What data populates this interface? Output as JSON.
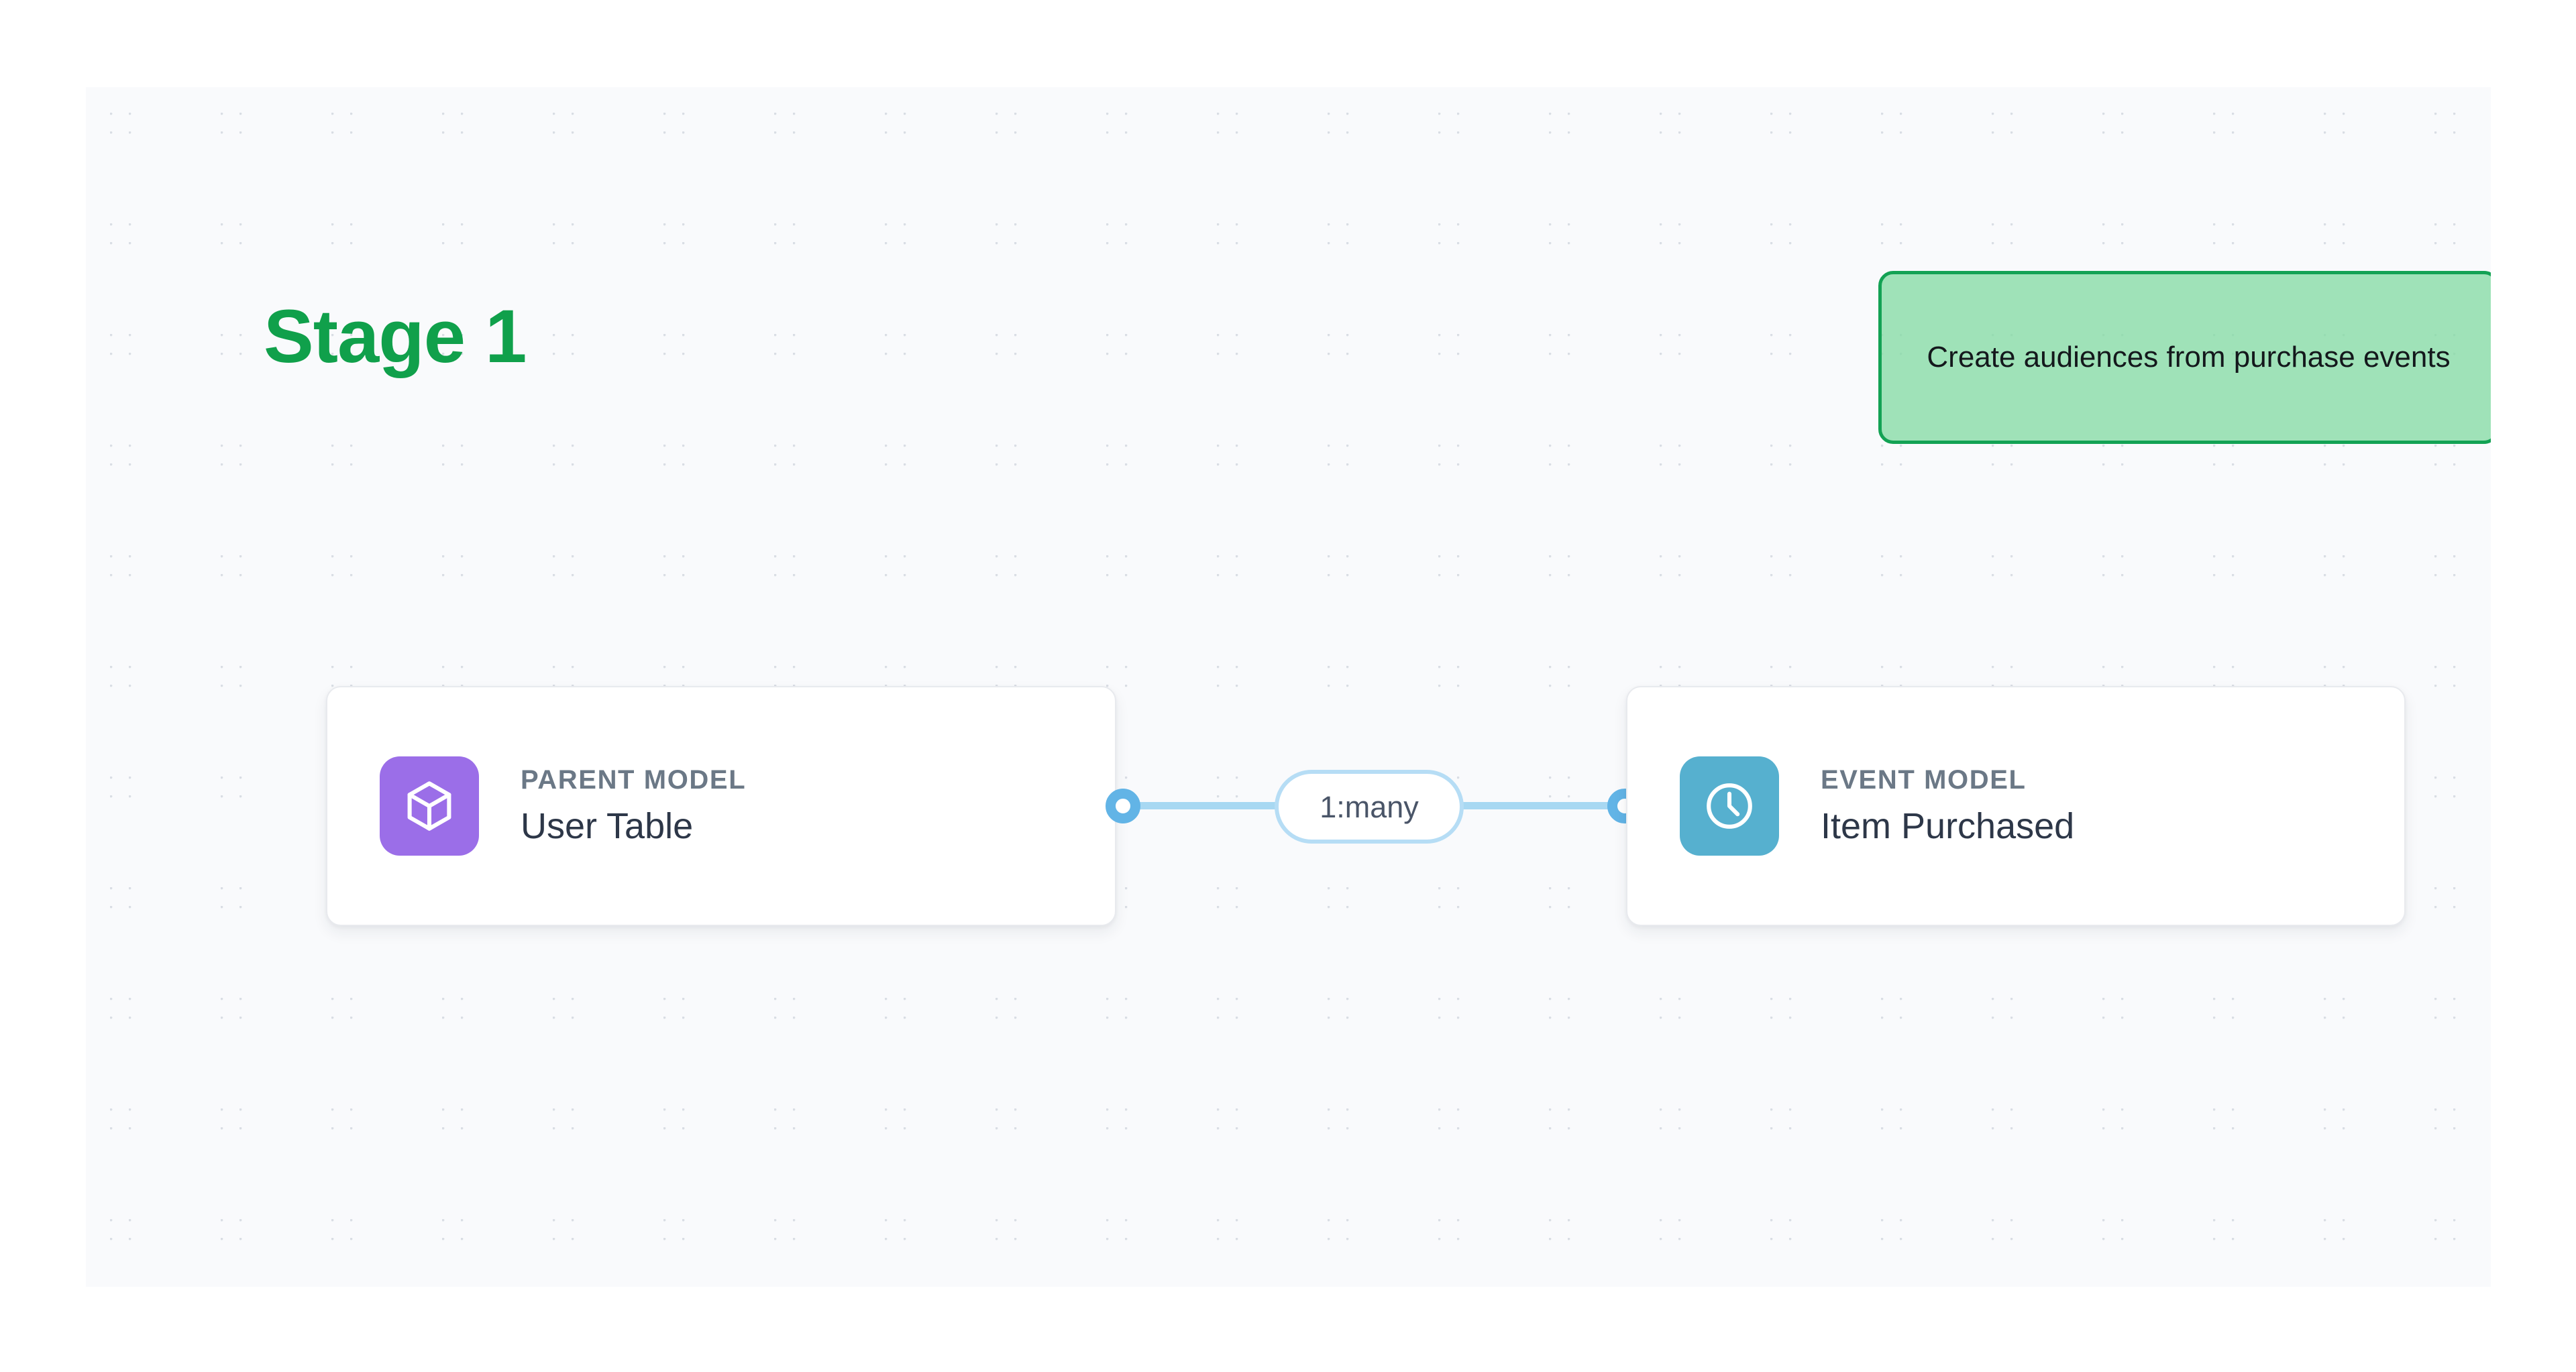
{
  "canvas": {
    "background_color": "#f9fafc",
    "dot_color": "#d9dde4"
  },
  "stage": {
    "title": "Stage 1",
    "color": "#10a04b"
  },
  "note_badge": {
    "text": "Create audiences from purchase events",
    "border_color": "#13a254",
    "fill_color": "#80d9a2"
  },
  "nodes": [
    {
      "id": "parent-model",
      "kicker": "PARENT MODEL",
      "name": "User Table",
      "icon": "cube-icon",
      "icon_color": "#9b6ee8",
      "kicker_color": "#6b7886",
      "name_color": "#2d3748"
    },
    {
      "id": "event-model",
      "kicker": "EVENT MODEL",
      "name": "Item Purchased",
      "icon": "clock-icon",
      "icon_color": "#56b0cf",
      "kicker_color": "#6b7886",
      "name_color": "#2d3748"
    }
  ],
  "relationship": {
    "label": "1:many",
    "line_color": "#a8d8f2",
    "endpoint_color": "#62b4e6",
    "pill_border_color": "#b6ddf5",
    "label_color": "#4a5568"
  }
}
